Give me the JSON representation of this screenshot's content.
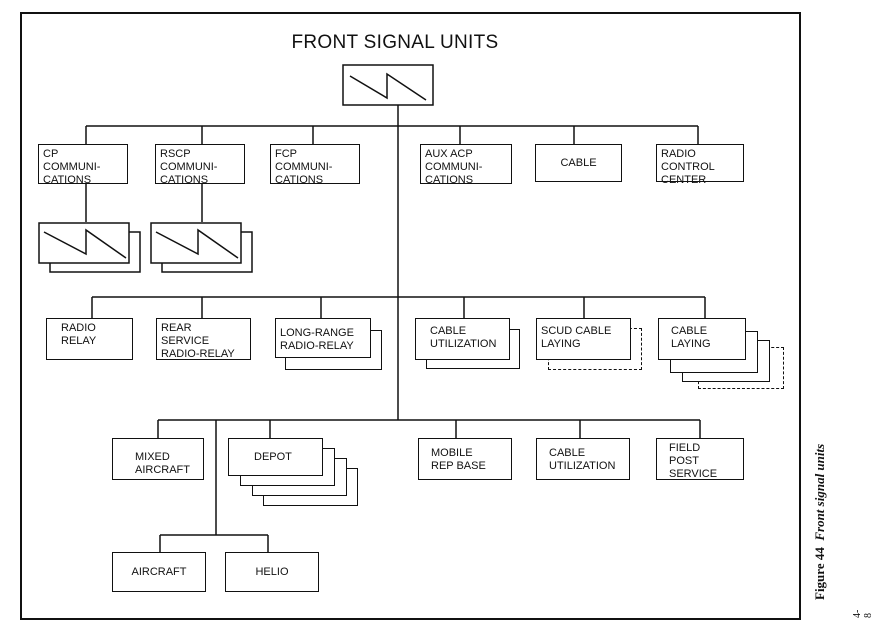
{
  "diagram": {
    "title": "FRONT SIGNAL UNITS",
    "row1": [
      {
        "id": "cp",
        "label": "CP\nCOMMUNI-\nCATIONS"
      },
      {
        "id": "rscp",
        "label": "RSCP\nCOMMUNI-\nCATIONS"
      },
      {
        "id": "fcp",
        "label": "FCP\nCOMMUNI-\nCATIONS"
      },
      {
        "id": "auxacp",
        "label": "AUX ACP\nCOMMUNI-\nCATIONS"
      },
      {
        "id": "cable",
        "label": "CABLE"
      },
      {
        "id": "rcc",
        "label": "RADIO\nCONTROL\nCENTER"
      }
    ],
    "row2": [
      {
        "id": "radiorelay",
        "label": "RADIO\nRELAY"
      },
      {
        "id": "rear",
        "label": "REAR\nSERVICE\nRADIO-RELAY"
      },
      {
        "id": "longrange",
        "label": "LONG-RANGE\nRADIO-RELAY"
      },
      {
        "id": "cableutil1",
        "label": "CABLE\nUTILIZATION"
      },
      {
        "id": "scud",
        "label": "SCUD CABLE\nLAYING"
      },
      {
        "id": "cablelay",
        "label": "CABLE\nLAYING"
      }
    ],
    "row3": [
      {
        "id": "mixed",
        "label": "MIXED\nAIRCRAFT"
      },
      {
        "id": "depot",
        "label": "DEPOT"
      },
      {
        "id": "mobile",
        "label": "MOBILE\nREP BASE"
      },
      {
        "id": "cableutil2",
        "label": "CABLE\nUTILIZATION"
      },
      {
        "id": "fps",
        "label": "FIELD\nPOST\nSERVICE"
      }
    ],
    "row4": [
      {
        "id": "aircraft",
        "label": "AIRCRAFT"
      },
      {
        "id": "helio",
        "label": "HELIO"
      }
    ]
  },
  "caption": {
    "figure": "Figure 44",
    "text": "Front signal units"
  },
  "page_number": "4-8"
}
